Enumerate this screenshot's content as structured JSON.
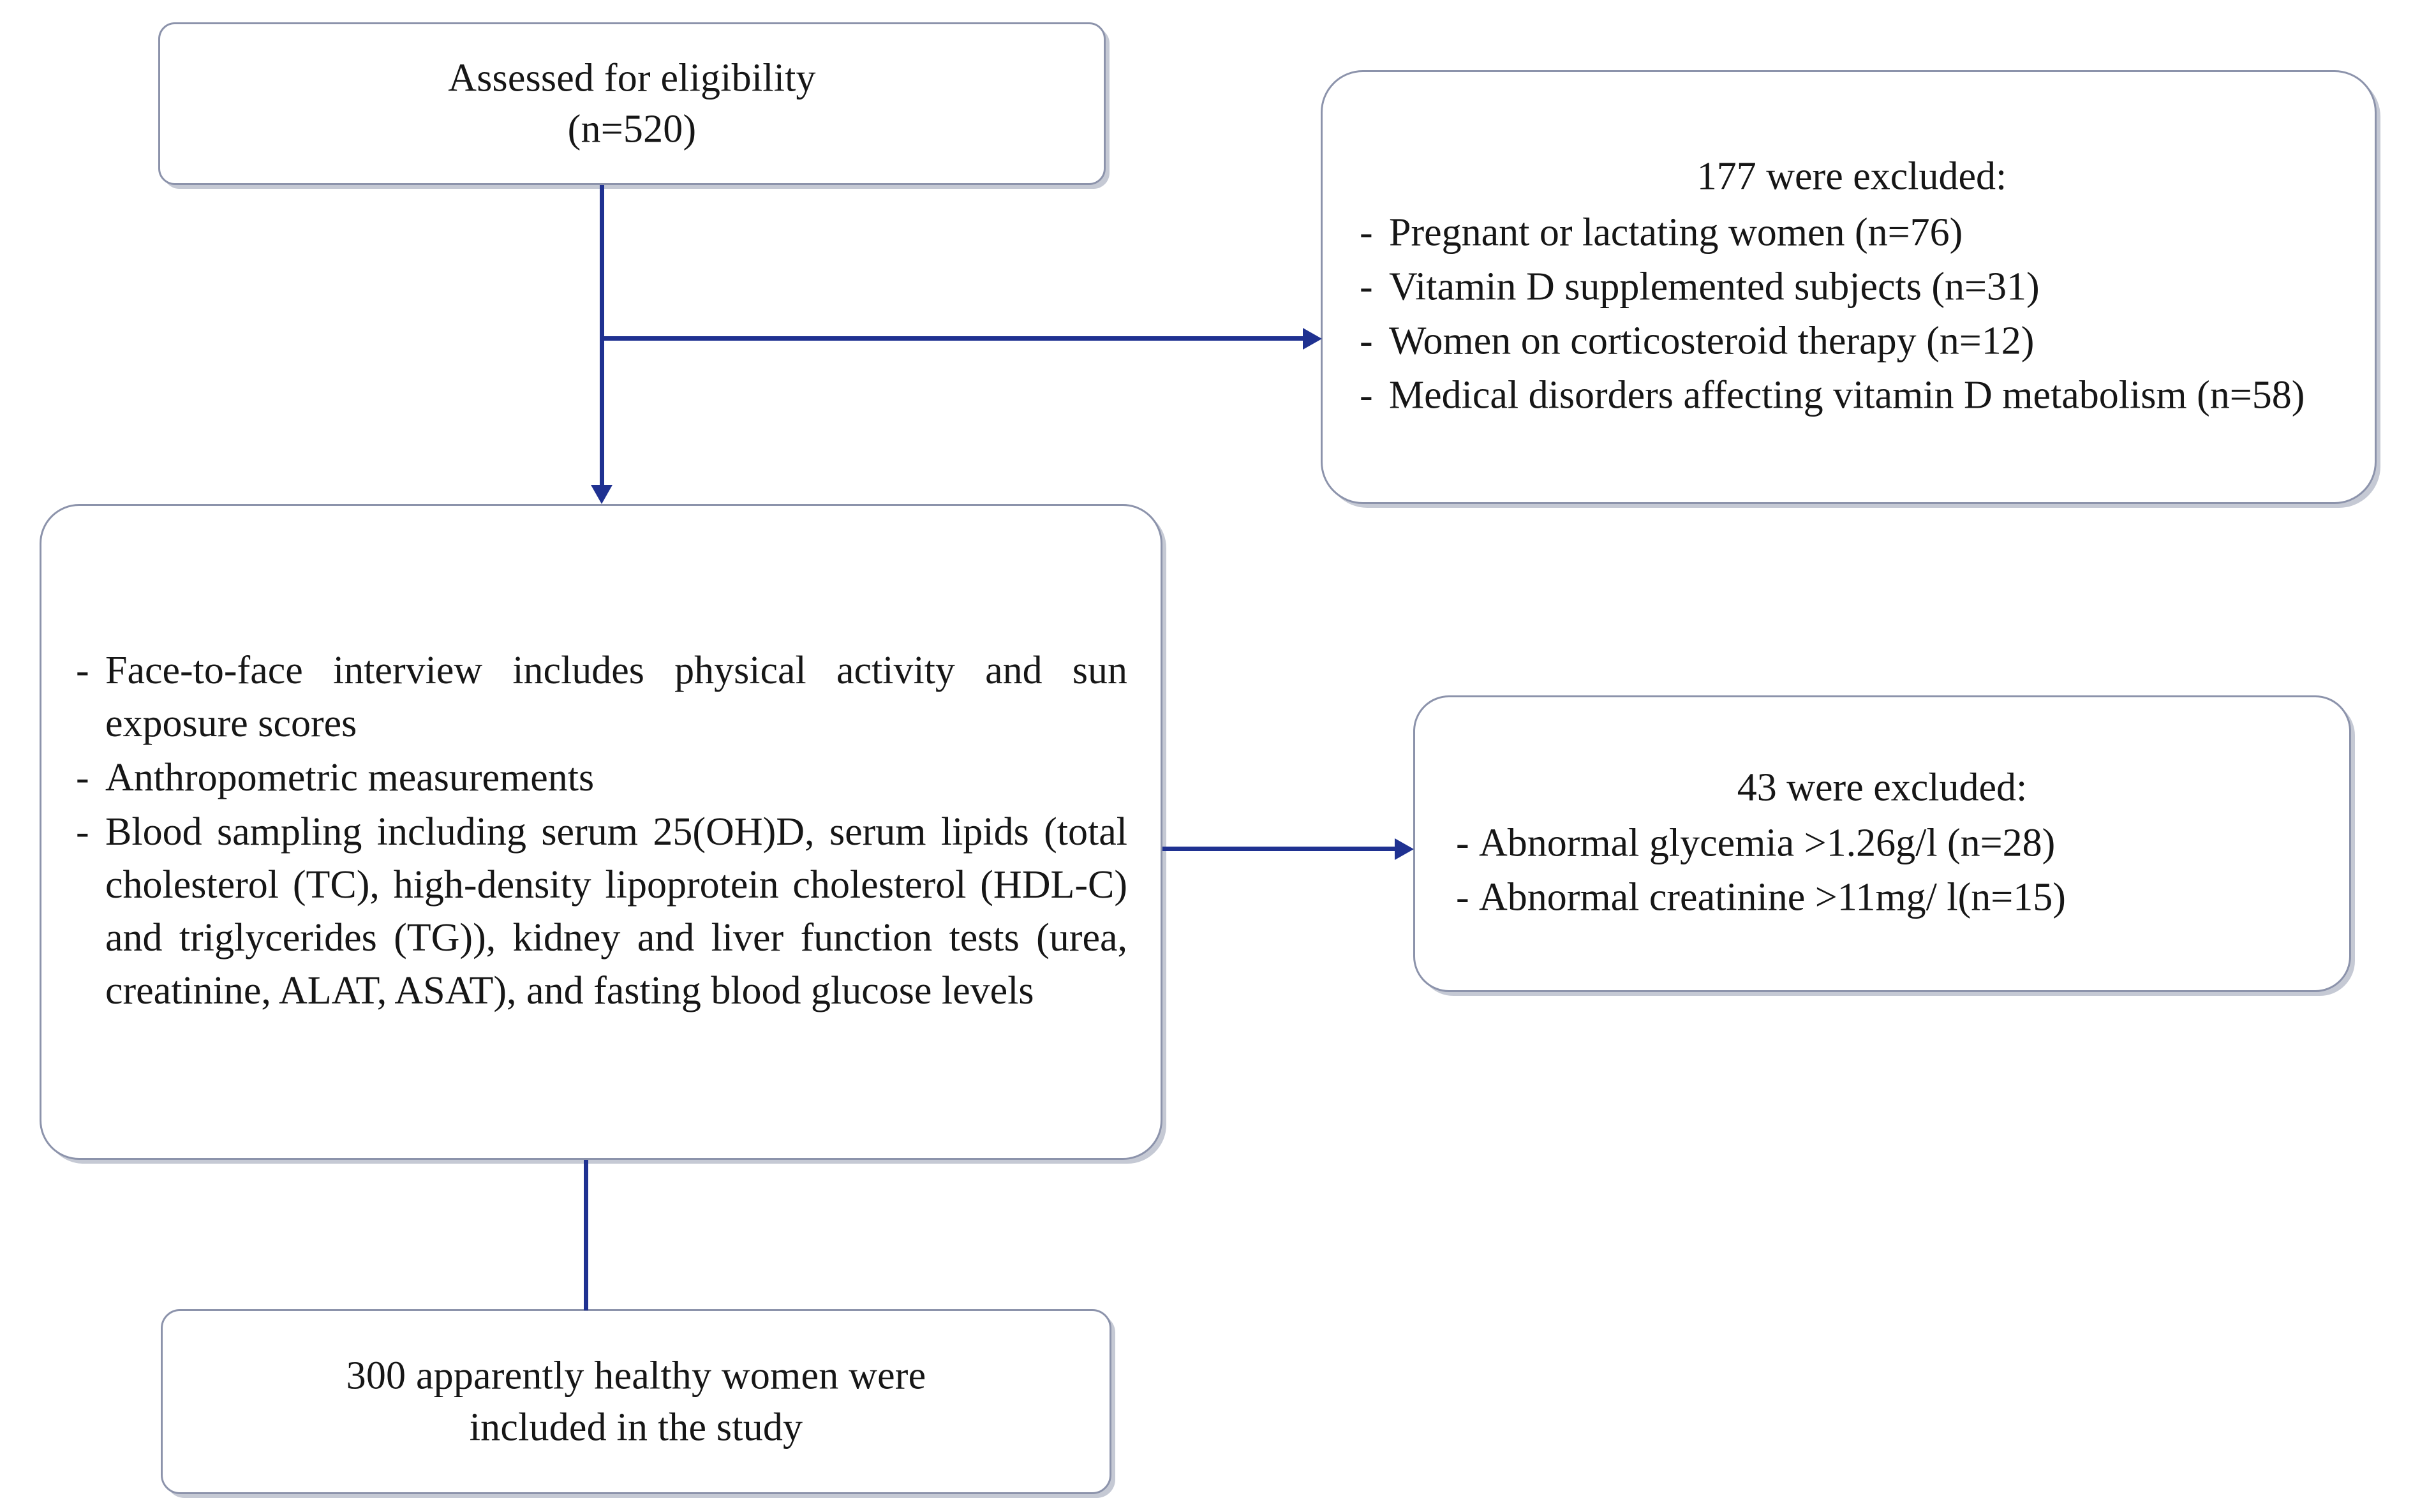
{
  "diagram": {
    "title": "Study participant flow diagram",
    "accent_color": "#1f3191",
    "box_border_color": "#8c93ab",
    "text_color": "#161616",
    "background": "#ffffff"
  },
  "nodes": {
    "assessed": {
      "line1": "Assessed for eligibility",
      "line2": "(n=520)"
    },
    "excluded_first": {
      "header": "177 were excluded:",
      "items": [
        "Pregnant or lactating women (n=76)",
        "Vitamin D supplemented subjects (n=31)",
        "Women on corticosteroid therapy  (n=12)",
        "Medical disorders  affecting vitamin D metabolism (n=58)"
      ]
    },
    "procedures": {
      "items": [
        "Face-to-face interview includes physical activity and sun exposure scores",
        "Anthropometric measurements",
        "Blood sampling including serum 25(OH)D, serum lipids (total cholesterol (TC), high-density lipoprotein cholesterol (HDL-C) and triglycerides (TG)), kidney and liver function tests (urea, creatinine, ALAT, ASAT), and fasting blood glucose levels"
      ]
    },
    "excluded_second": {
      "header": "43 were excluded:",
      "items": [
        "Abnormal glycemia >1.26g/l (n=28)",
        "Abnormal  creatinine >11mg/ l(n=15)"
      ]
    },
    "included": {
      "line1": "300 apparently healthy women were",
      "line2": "included in the study"
    }
  },
  "connectors": {
    "bullet_dash": "-",
    "assessed_to_procedures": "vertical-arrow-down",
    "assessed_to_excluded_first": "horizontal-arrow-right",
    "procedures_to_excluded_second": "horizontal-arrow-right",
    "procedures_to_included": "vertical-line"
  }
}
